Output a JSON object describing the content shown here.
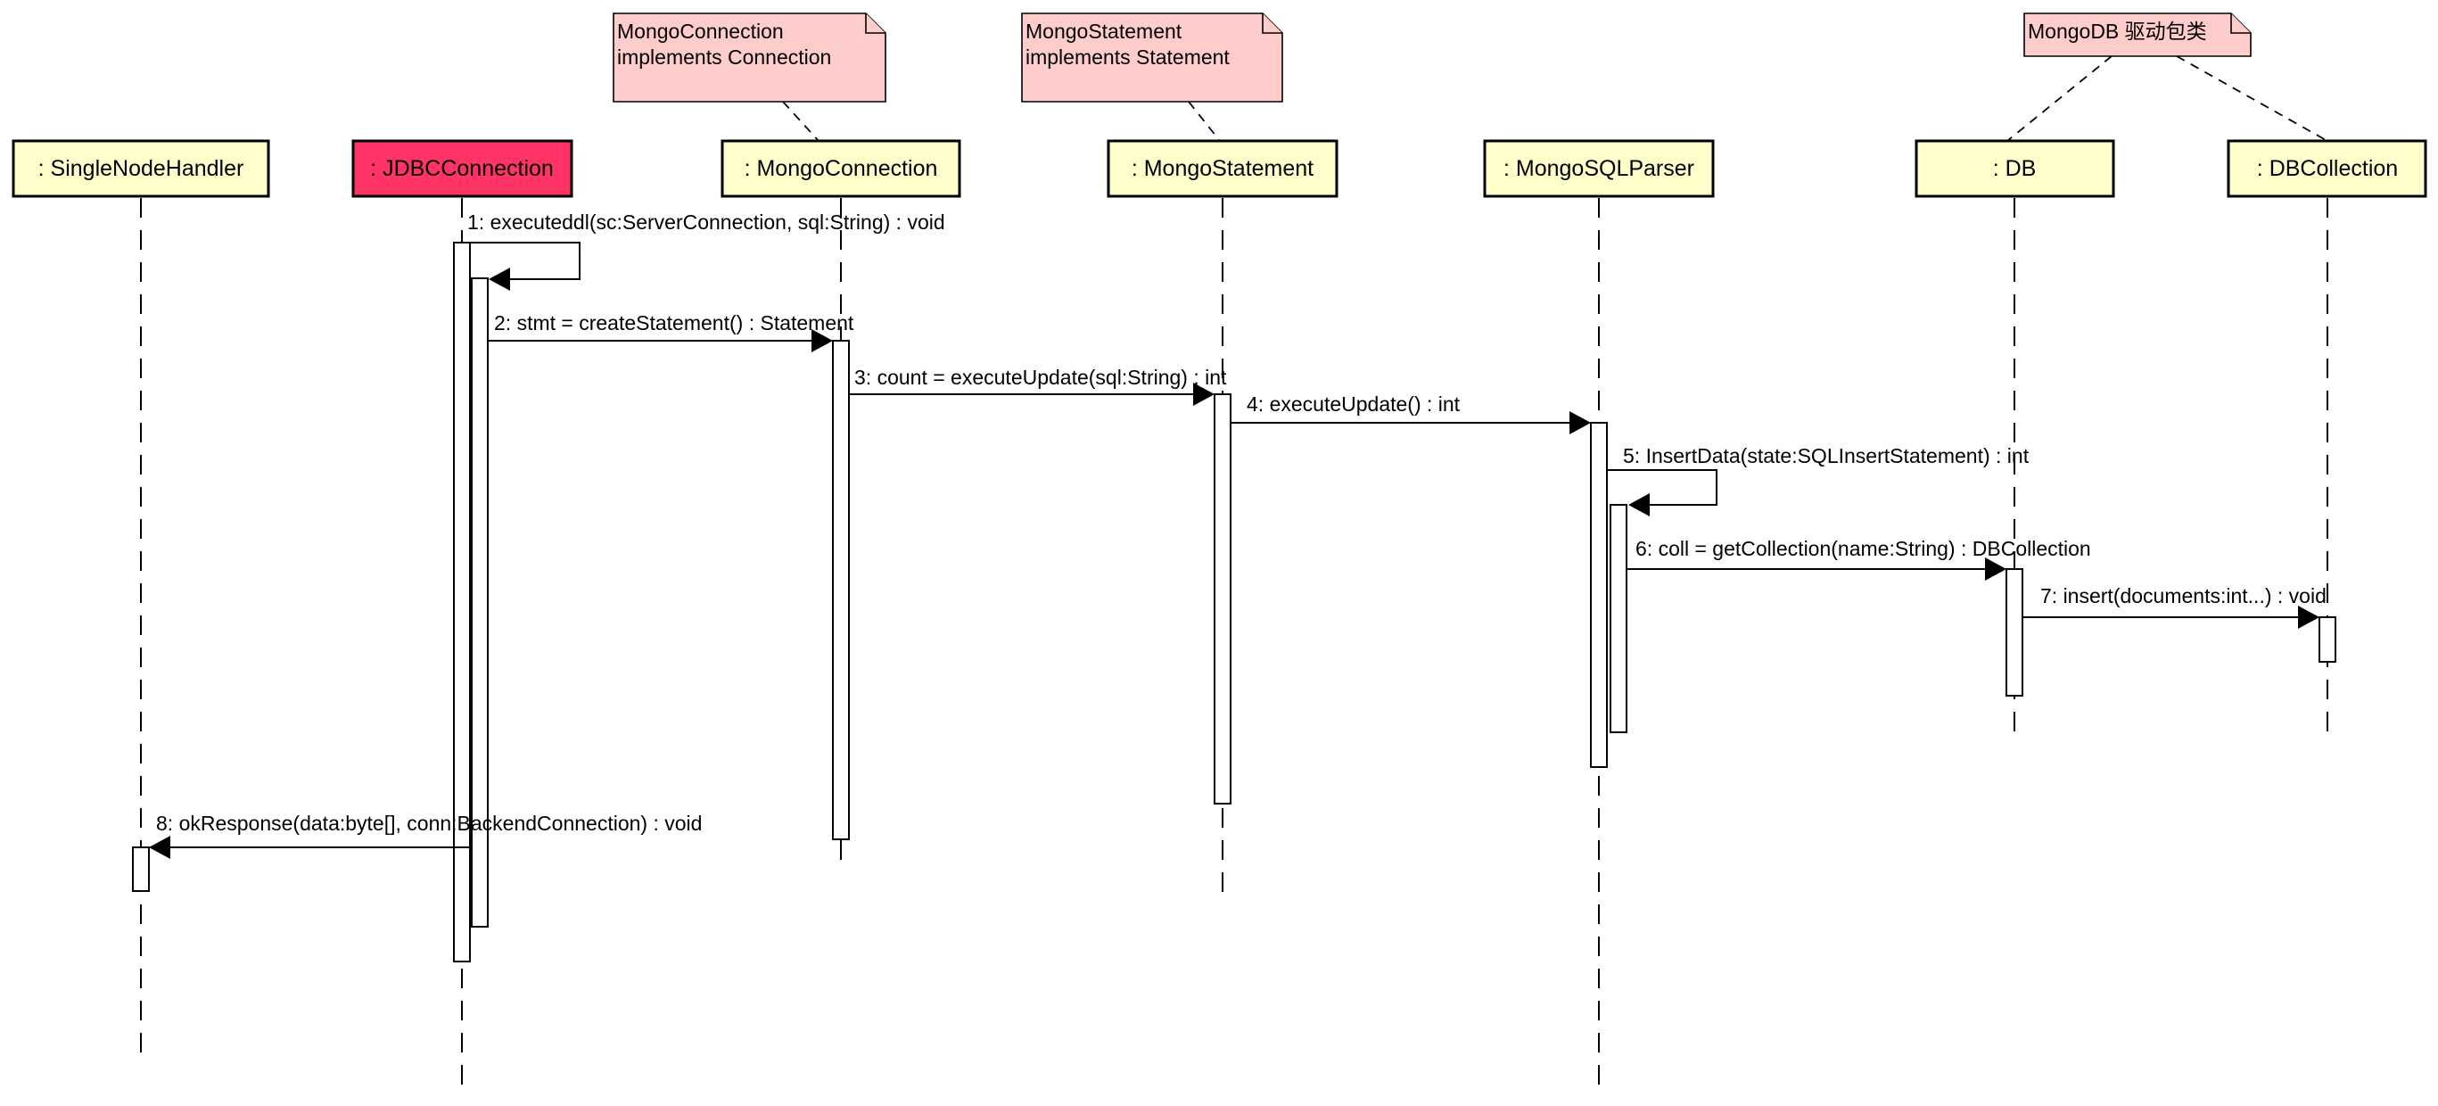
{
  "colors": {
    "participant_fill": "#ffffcc",
    "highlight_fill": "#ff3366",
    "note_fill": "#ffcccc",
    "activation_fill": "#ffffff"
  },
  "participants": [
    {
      "id": "singlenodehandler",
      "label": ": SingleNodeHandler",
      "highlight": false
    },
    {
      "id": "jdbcconnection",
      "label": ": JDBCConnection",
      "highlight": true
    },
    {
      "id": "mongoconnection",
      "label": ": MongoConnection",
      "highlight": false
    },
    {
      "id": "mongostatement",
      "label": ": MongoStatement",
      "highlight": false
    },
    {
      "id": "mongosqlparser",
      "label": ": MongoSQLParser",
      "highlight": false
    },
    {
      "id": "db",
      "label": ": DB",
      "highlight": false
    },
    {
      "id": "dbcollection",
      "label": ": DBCollection",
      "highlight": false
    }
  ],
  "notes": [
    {
      "id": "mongoconnection-note",
      "lines": [
        "MongoConnection",
        "implements Connection"
      ],
      "attached_to": [
        "mongoconnection"
      ]
    },
    {
      "id": "mongostatement-note",
      "lines": [
        "MongoStatement",
        "implements Statement"
      ],
      "attached_to": [
        "mongostatement"
      ]
    },
    {
      "id": "mongodb-driver-note",
      "lines": [
        "MongoDB 驱动包类"
      ],
      "attached_to": [
        "db",
        "dbcollection"
      ]
    }
  ],
  "messages": [
    {
      "seq": "1",
      "label": "1: executeddl(sc:ServerConnection, sql:String) : void",
      "from": "jdbcconnection",
      "to": "jdbcconnection",
      "self": true
    },
    {
      "seq": "2",
      "label": "2: stmt = createStatement() : Statement",
      "from": "jdbcconnection",
      "to": "mongoconnection",
      "self": false
    },
    {
      "seq": "3",
      "label": "3: count = executeUpdate(sql:String) : int",
      "from": "mongoconnection",
      "to": "mongostatement",
      "self": false
    },
    {
      "seq": "4",
      "label": "4: executeUpdate() : int",
      "from": "mongostatement",
      "to": "mongosqlparser",
      "self": false
    },
    {
      "seq": "5",
      "label": "5: InsertData(state:SQLInsertStatement) : int",
      "from": "mongosqlparser",
      "to": "mongosqlparser",
      "self": true
    },
    {
      "seq": "6",
      "label": "6: coll = getCollection(name:String) : DBCollection",
      "from": "mongosqlparser",
      "to": "db",
      "self": false
    },
    {
      "seq": "7",
      "label": "7: insert(documents:int...) : void",
      "from": "db",
      "to": "dbcollection",
      "self": false
    },
    {
      "seq": "8",
      "label": "8: okResponse(data:byte[], conn:BackendConnection) : void",
      "from": "jdbcconnection",
      "to": "singlenodehandler",
      "self": false
    }
  ]
}
